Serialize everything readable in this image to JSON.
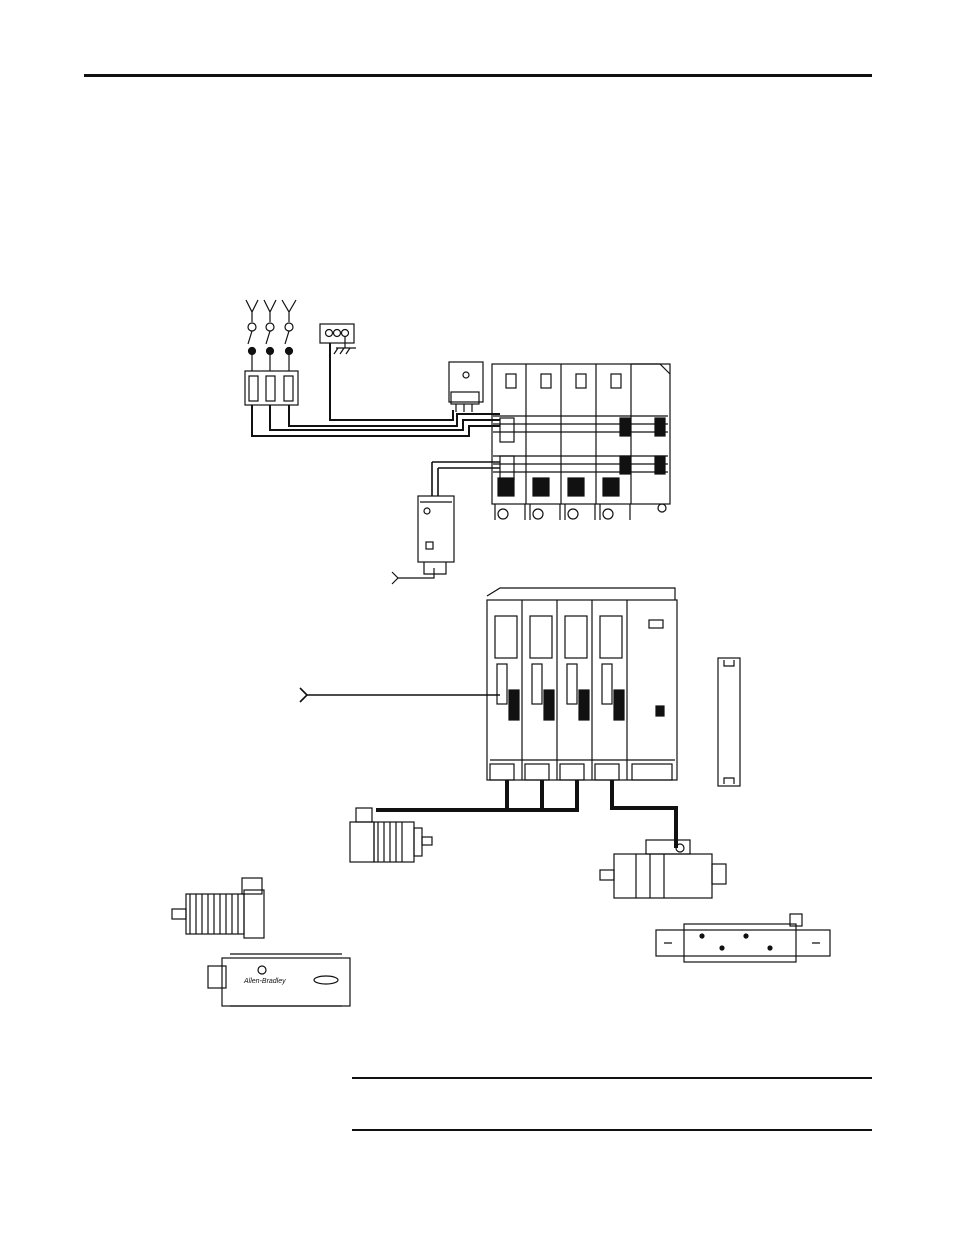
{
  "page": {
    "background": "#ffffff",
    "ink": "#111111"
  },
  "diagram": {
    "drive_slots_upper": 4,
    "drive_slots_lower": 4,
    "icons": [
      "ac-line-input-icon",
      "circuit-breaker-icon",
      "ground-terminal-icon",
      "shunt-module-icon",
      "power-supply-24v-icon",
      "servo-drive-system-icon",
      "ethernet-line-icon",
      "rotary-motor-icon",
      "linear-actuator-icon",
      "linear-stage-icon",
      "integrated-motor-icon"
    ],
    "motor_logo_text": "Allen-Bradley"
  },
  "note_box": {
    "text": ""
  }
}
